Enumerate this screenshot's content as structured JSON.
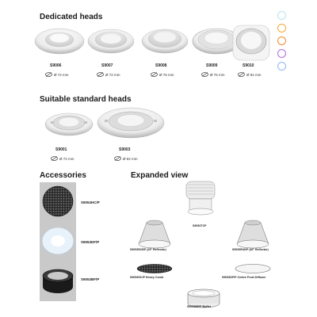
{
  "sections": {
    "dedicated": "Dedicated heads",
    "standard": "Suitable standard heads",
    "accessories": "Accessories",
    "expanded": "Expanded view"
  },
  "colors": {
    "swatches": [
      "#b6e3ee",
      "#f2a833",
      "#f28a2c",
      "#b06ad8",
      "#8fb6ee"
    ],
    "fixture_white": "#f2f2f2",
    "fixture_shadow": "#b8b8b8",
    "accent_dark": "#1a1a1a"
  },
  "dedicated_heads": [
    {
      "code": "S9006",
      "spec": "Ø 72 mm"
    },
    {
      "code": "S9007",
      "spec": "Ø 72 mm"
    },
    {
      "code": "S9008",
      "spec": "Ø 76 mm"
    },
    {
      "code": "S9009",
      "spec": "Ø 76 mm"
    },
    {
      "code": "S9010",
      "spec": "Ø 92 mm"
    }
  ],
  "standard_heads": [
    {
      "code": "S9001",
      "spec": "Ø 72 mm"
    },
    {
      "code": "S9003",
      "spec": "Ø 92 mm"
    }
  ],
  "accessories": [
    {
      "code": "S9053HC/P",
      "icon": "honeycomb-icon"
    },
    {
      "code": "S9053DF/P",
      "icon": "diffuser-icon"
    },
    {
      "code": "S9053BF/P",
      "icon": "buffer-ring-icon"
    }
  ],
  "expanded": {
    "top": "S9053TCP",
    "reflector_25": "S9053R25/P (25° Reflector)",
    "reflector_40": "S9053R40/P (40° Reflector)",
    "honeycomb": "S9053HC/P Honey Comb",
    "diffuser": "S9053DF/P Centre Frost Diffuser",
    "buffer": "S9053BF/P Buffer"
  }
}
